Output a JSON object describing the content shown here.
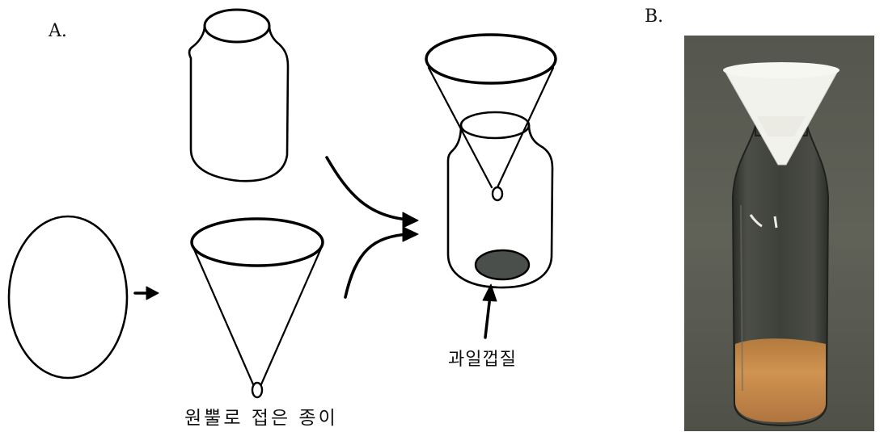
{
  "panels": {
    "a": {
      "label": "A."
    },
    "b": {
      "label": "B."
    }
  },
  "captions": {
    "folded_paper": "원뿔로 접은 종이",
    "fruit_peel": "과일껍질"
  },
  "colors": {
    "line": "#000000",
    "peel": "#4a4f4c",
    "photo_background": "#5d5f57",
    "filter_paper": "#f4f4ee",
    "sediment": "#c8894a"
  },
  "icons": [
    "bottle-outline",
    "paper-circle",
    "cone-outline",
    "arrow-right",
    "curved-arrow",
    "up-arrow",
    "bottle-with-funnel"
  ]
}
